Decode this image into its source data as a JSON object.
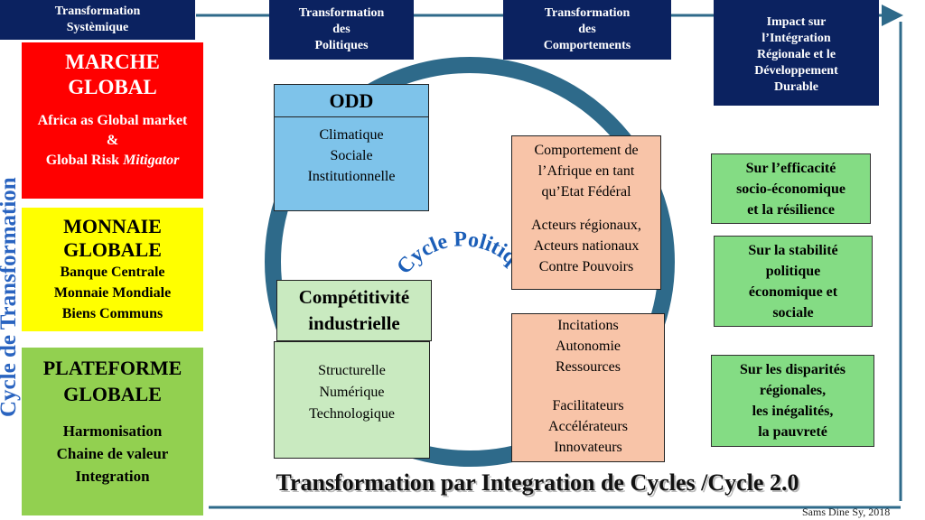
{
  "header": {
    "col1": [
      "Transformation",
      "Systèmique"
    ],
    "col2": [
      "Transformation",
      "des",
      "Politiques"
    ],
    "col3": [
      "Transformation",
      "des",
      "Comportements"
    ],
    "col4": [
      "Impact sur",
      "l’Intégration",
      "Régionale et le",
      "Développement",
      "Durable"
    ]
  },
  "vertical_label": "Cycle de Transformation",
  "marche": {
    "title": [
      "MARCHE",
      "GLOBAL"
    ],
    "line1": "Africa as Global market",
    "line2": "&",
    "line3a": "Global Risk ",
    "line3b": "Mitigator"
  },
  "monnaie": {
    "title": [
      "MONNAIE",
      "GLOBALE"
    ],
    "items": [
      "Banque Centrale",
      "Monnaie Mondiale",
      "Biens Communs"
    ]
  },
  "plateforme": {
    "title": [
      "PLATEFORME",
      "GLOBALE"
    ],
    "items": [
      "Harmonisation",
      "Chaine de valeur",
      "Integration"
    ]
  },
  "odd": {
    "title": "ODD",
    "items": [
      "Climatique",
      "Sociale",
      "Institutionnelle"
    ]
  },
  "competitivite": {
    "title": [
      "Compétitivité",
      "industrielle"
    ],
    "items": [
      "Structurelle",
      "Numérique",
      "Technologique"
    ]
  },
  "cycle_label": "Cycle Politique",
  "comportement": {
    "group1": [
      "Comportement de",
      "l’Afrique en tant",
      "qu’Etat Fédéral"
    ],
    "group2": [
      "Acteurs régionaux,",
      "Acteurs nationaux",
      "Contre Pouvoirs"
    ]
  },
  "incitations": {
    "group1": [
      "Incitations",
      "Autonomie",
      "Ressources"
    ],
    "group2": [
      "Facilitateurs",
      "Accélérateurs",
      "Innovateurs"
    ]
  },
  "impacts": [
    [
      "Sur l’efficacité",
      "socio-économique",
      "et la résilience"
    ],
    [
      "Sur la stabilité",
      "politique",
      "économique et",
      "sociale"
    ],
    [
      "Sur les disparités",
      "régionales,",
      "les inégalités,",
      "la pauvreté"
    ]
  ],
  "footer_title": "Transformation par Integration de Cycles /Cycle 2.0",
  "credit": "Sams Dine Sy, 2018",
  "colors": {
    "navy": "#0b2260",
    "teal_frame": "#2e6a8a",
    "red": "#ff0000",
    "yellow": "#ffff00",
    "green_left": "#92d050",
    "light_blue": "#7ec3ea",
    "light_green": "#c9eac0",
    "salmon": "#f8c4a8",
    "impact_green": "#84dc84",
    "cycle_blue": "#1b5eb8"
  }
}
